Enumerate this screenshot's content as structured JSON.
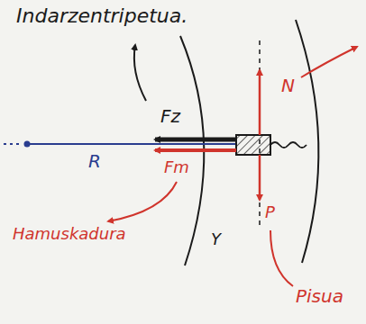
{
  "diagram": {
    "labels": [
      "Indarzentripetua.",
      "Fz",
      "Fm",
      "N",
      "R",
      "P",
      "Y",
      "Hamuskadura",
      "Pisua"
    ]
  }
}
